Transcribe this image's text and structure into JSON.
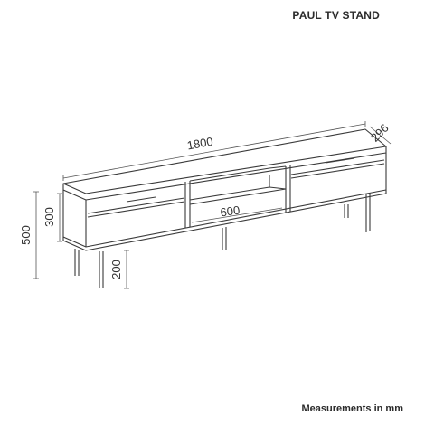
{
  "title": "PAUL TV STAND",
  "footer": "Measurements in mm",
  "dimensions": {
    "width": "1800",
    "depth": "296",
    "height": "500",
    "body_height": "300",
    "shelf_width": "600",
    "leg_height": "200"
  },
  "colors": {
    "line": "#3a3a3a",
    "dimension_line": "#555555",
    "background": "#ffffff"
  }
}
